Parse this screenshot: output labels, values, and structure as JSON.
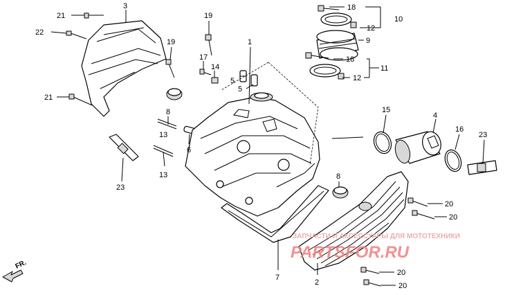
{
  "diagram": {
    "labels": {
      "l1": "1",
      "l2": "2",
      "l3": "3",
      "l4": "4",
      "l5a": "5",
      "l5b": "5",
      "l6": "6",
      "l7": "7",
      "l8a": "8",
      "l8b": "8",
      "l9": "9",
      "l10": "10",
      "l11": "11",
      "l12a": "12",
      "l12b": "12",
      "l13a": "13",
      "l13b": "13",
      "l14": "14",
      "l15": "15",
      "l16": "16",
      "l17": "17",
      "l18a": "18",
      "l18b": "18",
      "l19a": "19",
      "l19b": "19",
      "l20a": "20",
      "l20b": "20",
      "l20c": "20",
      "l20d": "20",
      "l21a": "21",
      "l21b": "21",
      "l22": "22",
      "l23a": "23",
      "l23b": "23"
    },
    "direction": "FR.",
    "watermark": {
      "line1": "ЗАПЧАСТИ И АКСЕССУАРЫ ДЛЯ МОТОТЕХНИКИ",
      "line2": "PARTSFOR.RU"
    }
  }
}
